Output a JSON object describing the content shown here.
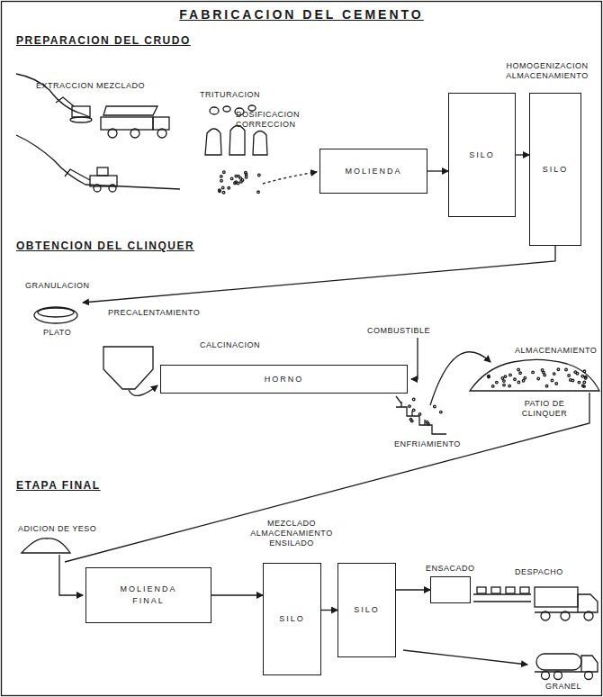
{
  "diagram": {
    "title": "FABRICACION DEL CEMENTO",
    "nodes": [
      {
        "text": [
          "MOLIENDA"
        ]
      },
      {
        "text": [
          "SILO"
        ]
      },
      {
        "text": [
          "SILO"
        ]
      },
      {
        "text": [
          "HORNO"
        ]
      },
      {
        "text": [
          "MOLIENDA FINAL"
        ]
      },
      {
        "text": [
          "SILO"
        ]
      },
      {
        "text": [
          "SILO"
        ]
      },
      {
        "text": [
          "ENSACADO"
        ]
      }
    ],
    "edges": [
      {
        "from": 0,
        "to": 1,
        "arrow": "to"
      },
      {
        "from": 1,
        "to": 2,
        "arrow": "to"
      },
      {
        "from": 4,
        "to": 5,
        "arrow": "to"
      },
      {
        "from": 5,
        "to": 6,
        "arrow": "to"
      },
      {
        "from": 6,
        "to": 7,
        "arrow": "to"
      }
    ],
    "labels": [
      "PREPARACION DEL CRUDO",
      "EXTRACCION MEZCLADO",
      "TRITURACION",
      "DOSIFICACION CORRECCION",
      "HOMOGENIZACION ALMACENAMIENTO",
      "OBTENCION DEL CLINQUER",
      "GRANULACION",
      "PLATO",
      "PRECALENTAMIENTO",
      "CALCINACION",
      "COMBUSTIBLE",
      "ENFRIAMIENTO",
      "ALMACENAMIENTO",
      "PATIO DE CLINQUER",
      "ETAPA FINAL",
      "ADICION DE YESO",
      "MEZCLADO ALMACENAMIENTO ENSILADO",
      "DESPACHO",
      "GRANEL"
    ]
  }
}
